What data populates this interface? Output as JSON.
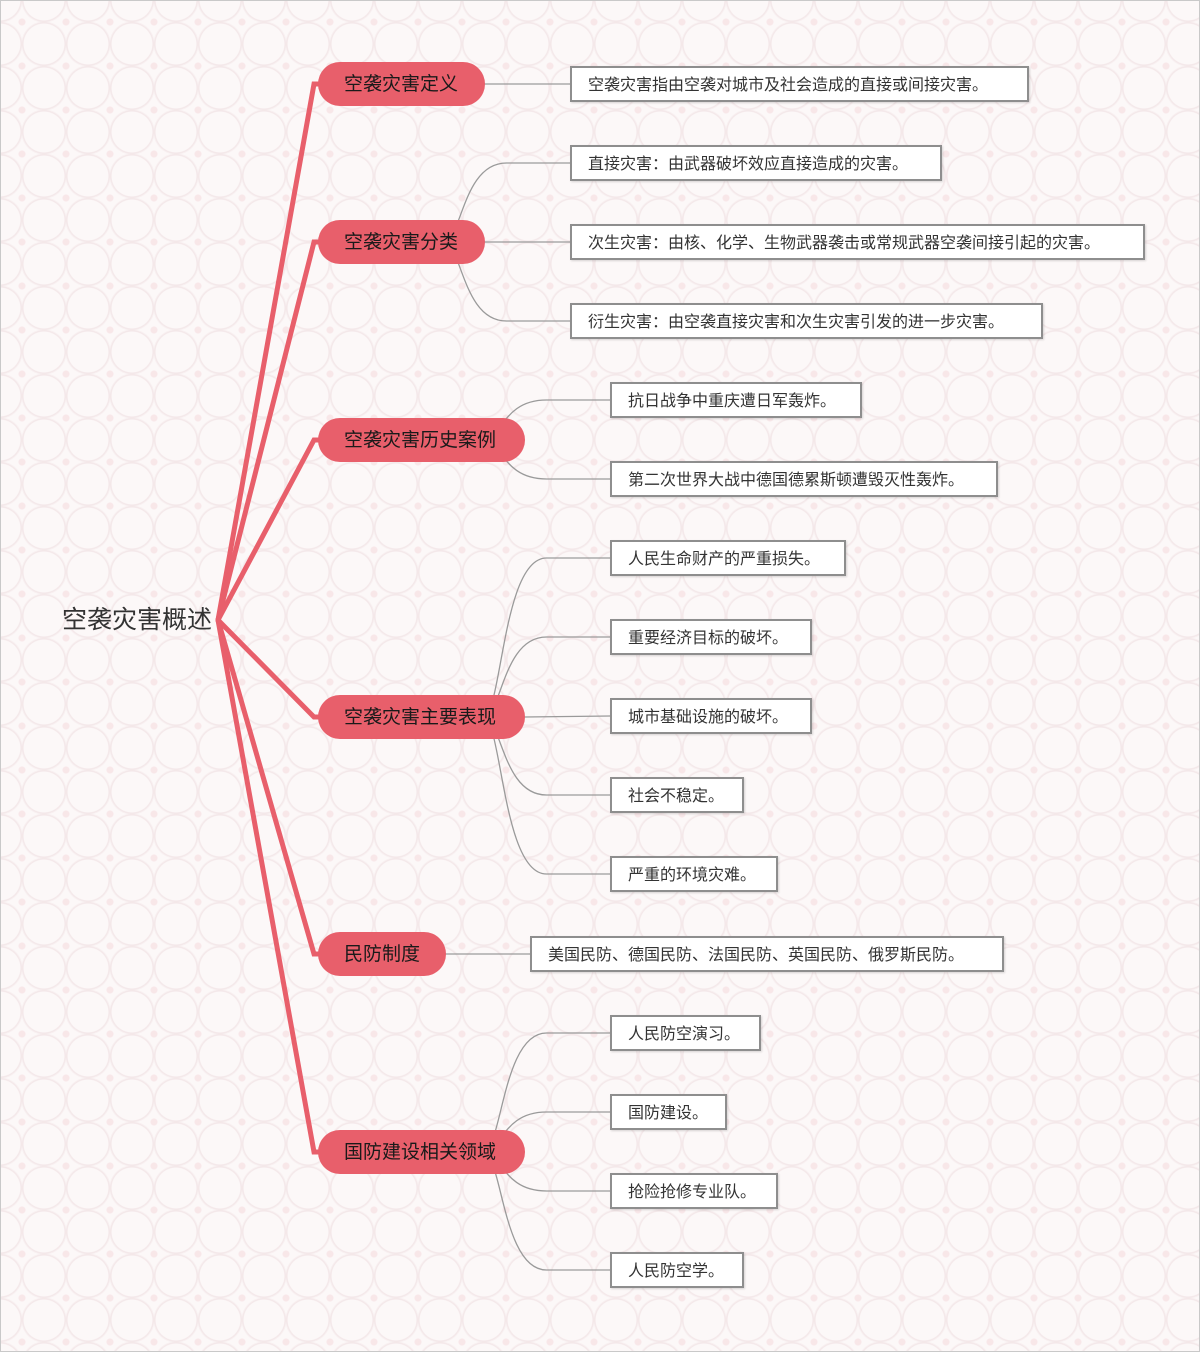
{
  "root": {
    "label": "空袭灾害概述"
  },
  "branch_color": "#e85f6b",
  "leaf_border_color": "#8e8e8e",
  "topics": [
    {
      "label": "空袭灾害定义",
      "children": [
        "空袭灾害指由空袭对城市及社会造成的直接或间接灾害。"
      ]
    },
    {
      "label": "空袭灾害分类",
      "children": [
        "直接灾害：由武器破坏效应直接造成的灾害。",
        "次生灾害：由核、化学、生物武器袭击或常规武器空袭间接引起的灾害。",
        "衍生灾害：由空袭直接灾害和次生灾害引发的进一步灾害。"
      ]
    },
    {
      "label": "空袭灾害历史案例",
      "children": [
        "抗日战争中重庆遭日军轰炸。",
        "第二次世界大战中德国德累斯顿遭毁灭性轰炸。"
      ]
    },
    {
      "label": "空袭灾害主要表现",
      "children": [
        "人民生命财产的严重损失。",
        "重要经济目标的破坏。",
        "城市基础设施的破坏。",
        "社会不稳定。",
        "严重的环境灾难。"
      ]
    },
    {
      "label": "民防制度",
      "children": [
        "美国民防、德国民防、法国民防、英国民防、俄罗斯民防。"
      ]
    },
    {
      "label": "国防建设相关领域",
      "children": [
        "人民防空演习。",
        "国防建设。",
        "抢险抢修专业队。",
        "人民防空学。"
      ]
    }
  ]
}
